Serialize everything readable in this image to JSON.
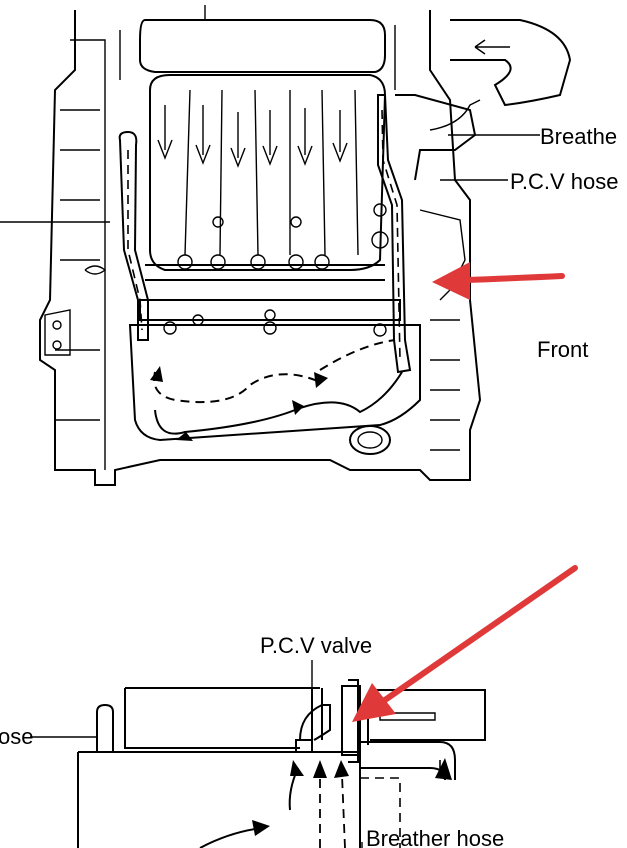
{
  "labels": {
    "breather_top": "Breathe",
    "pcv_hose_top": "P.C.V hose",
    "front": "Front",
    "pcv_valve": "P.C.V valve",
    "hose_left": "ose",
    "breather_hose_bottom": "Breather hose"
  },
  "colors": {
    "highlight_arrow": "#e0393a",
    "line_art": "#000000"
  },
  "icons": [
    "upper-red-arrow",
    "lower-red-arrow",
    "airflow-arrows"
  ]
}
